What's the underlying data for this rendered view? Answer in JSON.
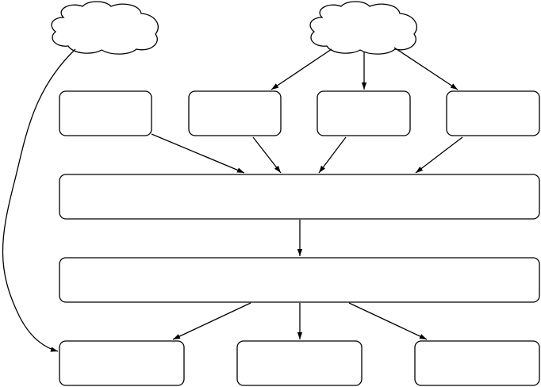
{
  "diagram": {
    "title": "",
    "clouds": [
      {
        "id": "cloud-left",
        "label": ""
      },
      {
        "id": "cloud-right",
        "label": ""
      }
    ],
    "boxes": [
      {
        "id": "top-box-1",
        "label": ""
      },
      {
        "id": "top-box-2",
        "label": ""
      },
      {
        "id": "top-box-3",
        "label": ""
      },
      {
        "id": "top-box-4",
        "label": ""
      },
      {
        "id": "middle-wide-box-1",
        "label": ""
      },
      {
        "id": "middle-wide-box-2",
        "label": ""
      },
      {
        "id": "bottom-box-1",
        "label": ""
      },
      {
        "id": "bottom-box-2",
        "label": ""
      },
      {
        "id": "bottom-box-3",
        "label": ""
      }
    ],
    "edges": [
      {
        "from": "cloud-right",
        "to": "top-box-2"
      },
      {
        "from": "cloud-right",
        "to": "top-box-3"
      },
      {
        "from": "cloud-right",
        "to": "top-box-4"
      },
      {
        "from": "top-box-1",
        "to": "middle-wide-box-1"
      },
      {
        "from": "top-box-2",
        "to": "middle-wide-box-1"
      },
      {
        "from": "top-box-3",
        "to": "middle-wide-box-1"
      },
      {
        "from": "top-box-4",
        "to": "middle-wide-box-1"
      },
      {
        "from": "middle-wide-box-1",
        "to": "middle-wide-box-2"
      },
      {
        "from": "middle-wide-box-2",
        "to": "bottom-box-1"
      },
      {
        "from": "middle-wide-box-2",
        "to": "bottom-box-2"
      },
      {
        "from": "middle-wide-box-2",
        "to": "bottom-box-3"
      },
      {
        "from": "cloud-left",
        "to": "bottom-box-1"
      }
    ]
  }
}
